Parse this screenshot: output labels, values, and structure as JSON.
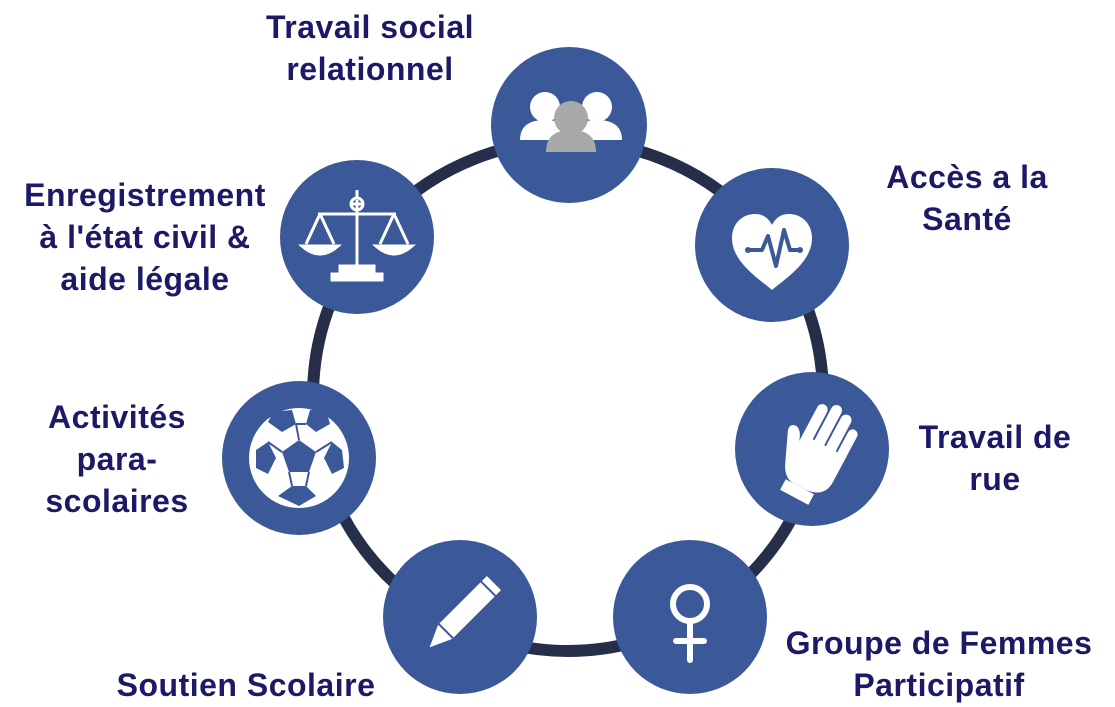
{
  "diagram": {
    "colors": {
      "ring": "#262e4a",
      "node": "#3b5998",
      "icon": "#ffffff",
      "icon_secondary": "#a9a9a9",
      "text": "#1c1a66"
    },
    "nodes": [
      {
        "id": "social",
        "icon": "people-icon",
        "label_lines": [
          "Travail social",
          "relationnel"
        ]
      },
      {
        "id": "sante",
        "icon": "heart-pulse-icon",
        "label_lines": [
          "Accès a la",
          "Santé"
        ]
      },
      {
        "id": "rue",
        "icon": "hand-icon",
        "label_lines": [
          "Travail de",
          "rue"
        ]
      },
      {
        "id": "femmes",
        "icon": "female-symbol-icon",
        "label_lines": [
          "Groupe de Femmes",
          "Participatif"
        ]
      },
      {
        "id": "scolaire",
        "icon": "pencil-icon",
        "label_lines": [
          "Soutien Scolaire"
        ]
      },
      {
        "id": "activites",
        "icon": "soccer-ball-icon",
        "label_lines": [
          "Activités",
          "para-",
          "scolaires"
        ]
      },
      {
        "id": "civil",
        "icon": "scales-icon",
        "label_lines": [
          "Enregistrement",
          "à l'état civil &",
          "aide légale"
        ]
      }
    ]
  }
}
